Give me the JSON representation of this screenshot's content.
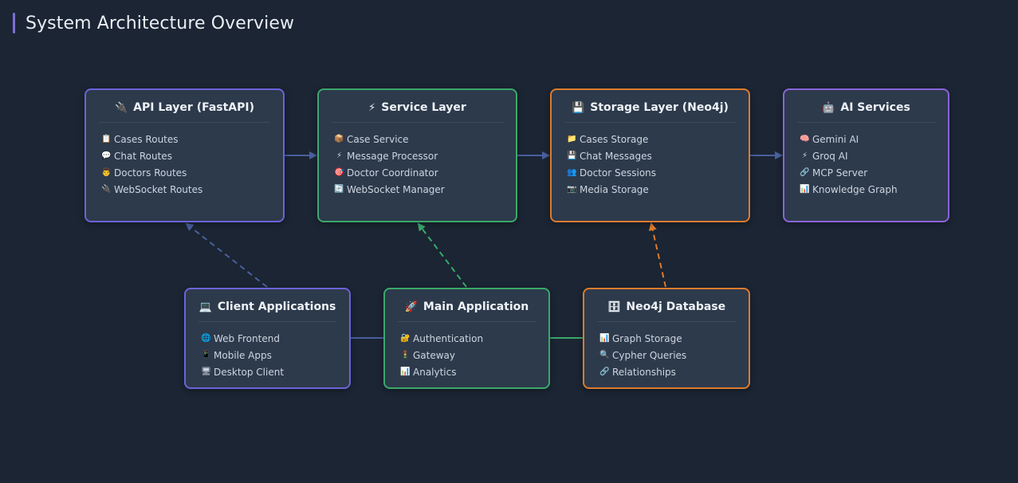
{
  "title": "System Architecture Overview",
  "colors": {
    "background": "#1b2533",
    "node_fill": "#2d3a4b",
    "purple": "#6c63d9",
    "green": "#3aa86b",
    "orange": "#dd7b2e",
    "violet": "#8a63d9",
    "edge_blue": "#4a5f9e",
    "edge_green": "#3aa86b",
    "edge_orange": "#dd7b2e"
  },
  "nodes": {
    "api_layer": {
      "icon": "🔌",
      "icon_name": "plug-icon",
      "title": "API Layer (FastAPI)",
      "items": [
        {
          "icon": "📋",
          "icon_name": "clipboard-icon",
          "label": "Cases Routes"
        },
        {
          "icon": "💬",
          "icon_name": "speech-bubble-icon",
          "label": "Chat Routes"
        },
        {
          "icon": "👨",
          "icon_name": "doctor-icon",
          "label": "Doctors Routes"
        },
        {
          "icon": "🔌",
          "icon_name": "plug-icon",
          "label": "WebSocket Routes"
        }
      ]
    },
    "service_layer": {
      "icon": "⚡",
      "icon_name": "lightning-icon",
      "title": "Service Layer",
      "items": [
        {
          "icon": "📦",
          "icon_name": "package-icon",
          "label": "Case Service"
        },
        {
          "icon": "⚡",
          "icon_name": "lightning-icon",
          "label": "Message Processor"
        },
        {
          "icon": "🎯",
          "icon_name": "target-icon",
          "label": "Doctor Coordinator"
        },
        {
          "icon": "🔄",
          "icon_name": "refresh-icon",
          "label": "WebSocket Manager"
        }
      ]
    },
    "storage_layer": {
      "icon": "💾",
      "icon_name": "floppy-disk-icon",
      "title": "Storage Layer (Neo4j)",
      "items": [
        {
          "icon": "📁",
          "icon_name": "folder-icon",
          "label": "Cases Storage"
        },
        {
          "icon": "💾",
          "icon_name": "floppy-disk-icon",
          "label": "Chat Messages"
        },
        {
          "icon": "👥",
          "icon_name": "people-icon",
          "label": "Doctor Sessions"
        },
        {
          "icon": "📷",
          "icon_name": "camera-icon",
          "label": "Media Storage"
        }
      ]
    },
    "ai_services": {
      "icon": "🤖",
      "icon_name": "robot-icon",
      "title": "AI Services",
      "items": [
        {
          "icon": "🧠",
          "icon_name": "brain-icon",
          "label": "Gemini AI"
        },
        {
          "icon": "⚡",
          "icon_name": "lightning-icon",
          "label": "Groq AI"
        },
        {
          "icon": "🔗",
          "icon_name": "link-icon",
          "label": "MCP Server"
        },
        {
          "icon": "📊",
          "icon_name": "bar-chart-icon",
          "label": "Knowledge Graph"
        }
      ]
    },
    "client_apps": {
      "icon": "💻",
      "icon_name": "laptop-icon",
      "title": "Client Applications",
      "items": [
        {
          "icon": "🌐",
          "icon_name": "globe-icon",
          "label": "Web Frontend"
        },
        {
          "icon": "📱",
          "icon_name": "mobile-phone-icon",
          "label": "Mobile Apps"
        },
        {
          "icon": "🖥",
          "icon_name": "desktop-icon",
          "label": "Desktop Client"
        }
      ]
    },
    "main_app": {
      "icon": "🚀",
      "icon_name": "rocket-icon",
      "title": "Main Application",
      "items": [
        {
          "icon": "🔐",
          "icon_name": "lock-icon",
          "label": "Authentication"
        },
        {
          "icon": "🚦",
          "icon_name": "traffic-light-icon",
          "label": "Gateway"
        },
        {
          "icon": "📊",
          "icon_name": "bar-chart-icon",
          "label": "Analytics"
        }
      ]
    },
    "neo4j_db": {
      "icon": "🗄",
      "icon_name": "database-icon",
      "title": "Neo4j Database",
      "items": [
        {
          "icon": "📊",
          "icon_name": "bar-chart-icon",
          "label": "Graph Storage"
        },
        {
          "icon": "🔍",
          "icon_name": "magnifier-icon",
          "label": "Cypher Queries"
        },
        {
          "icon": "🔗",
          "icon_name": "link-icon",
          "label": "Relationships"
        }
      ]
    }
  },
  "edges": [
    {
      "from": "api_layer",
      "to": "service_layer",
      "style": "solid",
      "color": "edge_blue"
    },
    {
      "from": "service_layer",
      "to": "storage_layer",
      "style": "solid",
      "color": "edge_blue"
    },
    {
      "from": "storage_layer",
      "to": "ai_services",
      "style": "solid",
      "color": "edge_blue"
    },
    {
      "from": "client_apps",
      "to": "api_layer",
      "style": "dashed",
      "color": "edge_blue"
    },
    {
      "from": "main_app",
      "to": "service_layer",
      "style": "dashed",
      "color": "edge_green"
    },
    {
      "from": "neo4j_db",
      "to": "storage_layer",
      "style": "dashed",
      "color": "edge_orange"
    },
    {
      "from": "client_apps",
      "to": "main_app",
      "style": "line",
      "color": "edge_blue"
    },
    {
      "from": "main_app",
      "to": "neo4j_db",
      "style": "line",
      "color": "edge_green"
    }
  ]
}
